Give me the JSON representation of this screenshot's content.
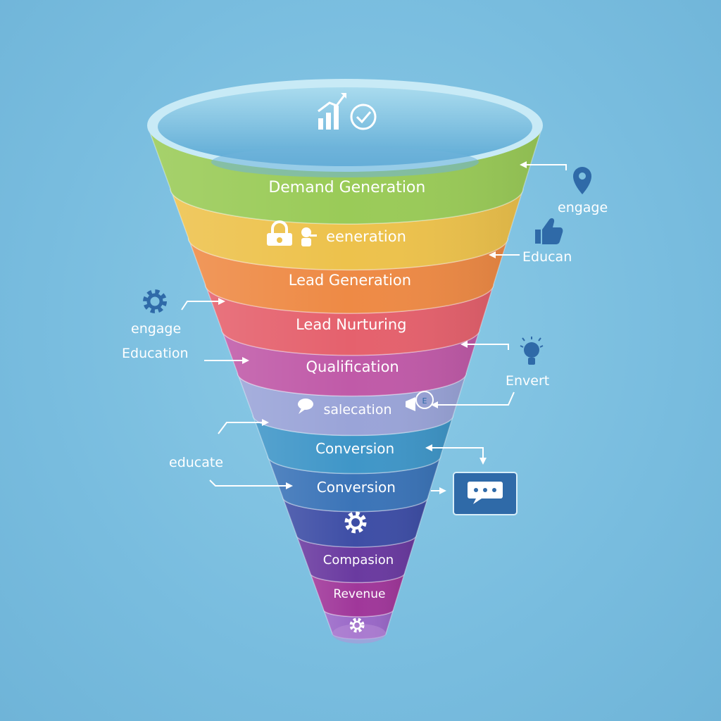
{
  "funnel": {
    "stages": [
      {
        "label": "Demand Generation",
        "color": "#9acb58"
      },
      {
        "label": "eeneration",
        "color": "#edc24c"
      },
      {
        "label": "Lead Generation",
        "color": "#ee8a45"
      },
      {
        "label": "Lead Nurturing",
        "color": "#e5616d"
      },
      {
        "label": "Qualification",
        "color": "#c05aa8"
      },
      {
        "label": "salecation",
        "color": "#9aa4d8"
      },
      {
        "label": "Conversion",
        "color": "#3f96c8"
      },
      {
        "label": "Conversion",
        "color": "#3b74b8"
      },
      {
        "label": "",
        "color": "#3e4ea6"
      },
      {
        "label": "Compasion",
        "color": "#6a3aa0"
      },
      {
        "label": "Revenue",
        "color": "#a0379a"
      },
      {
        "label": "",
        "color": "#9a68c8"
      }
    ],
    "top_icons": [
      "bar-chart-icon",
      "check-circle-icon"
    ]
  },
  "annotations": {
    "right_engage": "engage",
    "right_educan": "Educan",
    "right_envert": "Envert",
    "left_engage": "engage",
    "left_education": "Education",
    "left_educate": "educate"
  },
  "icons": {
    "right": [
      "location-pin-icon",
      "thumbs-up-icon",
      "lightbulb-icon",
      "chat-window-icon"
    ],
    "left": [
      "gear-icon"
    ]
  },
  "colors": {
    "background": "#7dc0e0",
    "icon_blue": "#2f6aa8",
    "arrow": "#ffffff"
  }
}
